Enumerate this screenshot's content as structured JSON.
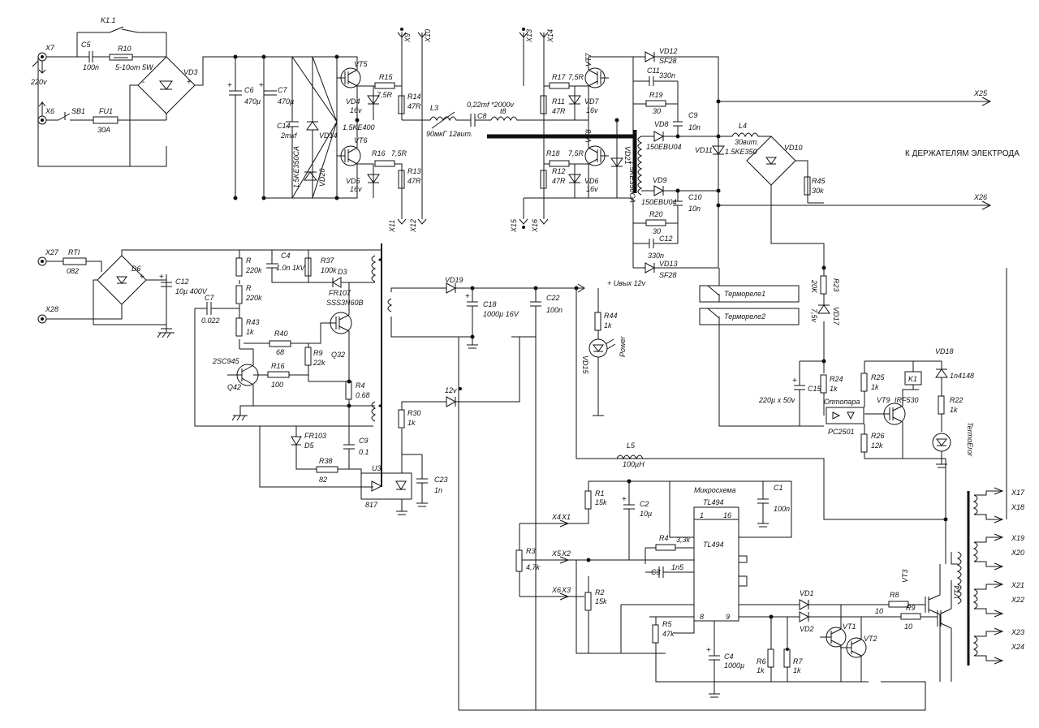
{
  "nodes": {
    "x7": "X7",
    "v220": "220v",
    "x6": "X6",
    "sb1": "SB1",
    "fu1": "FU1",
    "fu1v": "30A",
    "k11": "K1.1",
    "c5": "C5",
    "c5v": "100n",
    "r10": "R10",
    "r10v": "5-10om  5W",
    "vd3": "VD3",
    "c6": "C6",
    "c6v": "470µ",
    "c7a": "C7",
    "c7av": "470µ",
    "c14": "C14",
    "c14v": "2mkf",
    "vd14": "VD14",
    "vd20": "VD20",
    "vd20v": "1.5KE350CA",
    "vt5": "VT5",
    "vt6": "VT6",
    "vd4": "VD4",
    "vd4v": "16v",
    "vd5": "VD5",
    "vd5v": "16v",
    "r15": "R15",
    "r15v": "7,5R",
    "r16": "R16",
    "r16v": "7,5R",
    "r14": "R14",
    "r14v": "47R",
    "r13": "R13",
    "r13v": "47R",
    "ke400": "1.5KE400",
    "x9": "X9",
    "x10": "X10",
    "x11": "X11",
    "x12": "X12",
    "x13": "X13",
    "x14": "X14",
    "x15": "X15",
    "x16": "X16",
    "l3": "L3",
    "l3v": "90мкГ  12вит.",
    "c8": "C8",
    "c8v": "0,22mf *2000v",
    "t8": "t8",
    "vt7": "VT7",
    "vt8": "VT8",
    "r17": "R17",
    "r17v": "7,5R",
    "r18": "R18",
    "r18v": "7,5R",
    "r11": "R11",
    "r11v": "47R",
    "r12": "R12",
    "r12v": "47R",
    "vd7": "VD7",
    "vd7v": "16v",
    "vd6": "VD6",
    "vd6v": "16v",
    "vd21": "VD21",
    "vd21v": "1.5KE350CA",
    "vd12": "VD12",
    "vd12v": "SF28",
    "c11": "C11",
    "c11v": "330n",
    "r19": "R19",
    "r19v": "30",
    "c9": "C9",
    "c9v": "10n",
    "vd8": "VD8",
    "vd8v": "150EBU04",
    "vd9": "VD9",
    "vd9v": "150EBU04",
    "c10": "C10",
    "c10v": "10n",
    "r20": "R20",
    "r20v": "30",
    "c12": "C12",
    "c12v": "330n",
    "vd13": "VD13",
    "vd13v": "SF28",
    "l4": "L4",
    "l4v": "30вит.",
    "vd11": "VD11",
    "vd11v": "1.5KE350",
    "vd10": "VD10",
    "r45": "R45",
    "r45v": "30k",
    "x25": "X25",
    "x26": "X26",
    "electrode": "К ДЕРЖАТЕЛЯМ ЭЛЕКТРОДА",
    "x27": "X27",
    "x28": "X28",
    "rti": "RTI",
    "rtiv": "082",
    "d6": "D6",
    "c12b": "C12",
    "c12bv": "10µ 400V",
    "r1": "R",
    "r1v": "220k",
    "r2": "R",
    "r2v": "220k",
    "c4a": "C4",
    "c4av": "1.0n 1kV",
    "r37": "R37",
    "r37v": "100k",
    "d3": "D3",
    "d3v": "FR107",
    "c7b": "C7",
    "c7bv": "0.022",
    "r43": "R43",
    "r43v": "1k",
    "r40": "R40",
    "r40v": "68",
    "r9a": "R9",
    "r9av": "22k",
    "q32": "Q32",
    "q32v": "SSS3N60B",
    "sc945": "2SC945",
    "q42": "Q42",
    "r16b": "R16",
    "r16bv": "100",
    "r4": "R4",
    "r4v": "0.68",
    "fr103": "FR103",
    "d5": "D5",
    "c9b": "C9",
    "c9bv": "0.1",
    "r38": "R38",
    "r38v": "82",
    "u3": "U3",
    "u3v": "817",
    "vd19": "VD19",
    "c18": "C18",
    "c18v": "1000µ 16V",
    "c22": "C22",
    "c22v": "100n",
    "uout": "+ Uвых 12v",
    "r44": "R44",
    "r44v": "1k",
    "vd15": "VD15",
    "power": "Power",
    "v12": "12v",
    "r30": "R30",
    "r30v": "1k",
    "c23": "C23",
    "c23v": "1n",
    "rel1": "Термореле1",
    "rel2": "Термореле2",
    "r23": "R23",
    "r23v": "20K",
    "vd17": "VD17",
    "vd17v": "7,5v",
    "vd18": "VD18",
    "vd18v": "1n4148",
    "k1": "K1",
    "r25": "R25",
    "r25v": "1k",
    "vt9": "VT9",
    "vt9v": "IRF530",
    "r22": "R22",
    "r22v": "1k",
    "r24": "R24",
    "r24v": "1k",
    "c15": "C15",
    "c15v": "220µ x 50v",
    "opto": "Оптопара",
    "pc": "PC2501",
    "r26": "R26",
    "r26v": "12k",
    "termo": "TermoEror",
    "l5": "L5",
    "l5v": "100µH",
    "mikro": "Микросхема",
    "tl1": "TL494",
    "tl2": "TL494",
    "pin1": "1",
    "pin16": "16",
    "pin8": "8",
    "pin9": "9",
    "c1": "C1",
    "c1v": "100n",
    "r1b": "R1",
    "r1bv": "15k",
    "c2": "C2",
    "c2v": "10µ",
    "r4b": "R4",
    "r4bv": "3,3k",
    "x4": "X4",
    "xx1": "X1",
    "x5": "X5",
    "xx2": "X2",
    "xx6": "X6",
    "xx3": "X3",
    "r3": "R3",
    "r3v": "4,7k",
    "c3": "C3",
    "c3v": "1n5",
    "r2b": "R2",
    "r2bv": "15k",
    "r5": "R5",
    "r5v": "47k",
    "c4b": "C4",
    "c4bv": "1000µ",
    "r6": "R6",
    "r6v": "1k",
    "r7": "R7",
    "r7v": "1k",
    "vd1": "VD1",
    "vd2": "VD2",
    "vt1": "VT1",
    "vt2": "VT2",
    "r8": "R8",
    "r8v": "10",
    "r9b": "R9",
    "r9bv": "10",
    "vt3": "VT3",
    "vt4": "VT4",
    "x17": "X17",
    "x18": "X18",
    "x19": "X19",
    "x20": "X20",
    "x21": "X21",
    "x22": "X22",
    "x23": "X23",
    "x24": "X24"
  }
}
